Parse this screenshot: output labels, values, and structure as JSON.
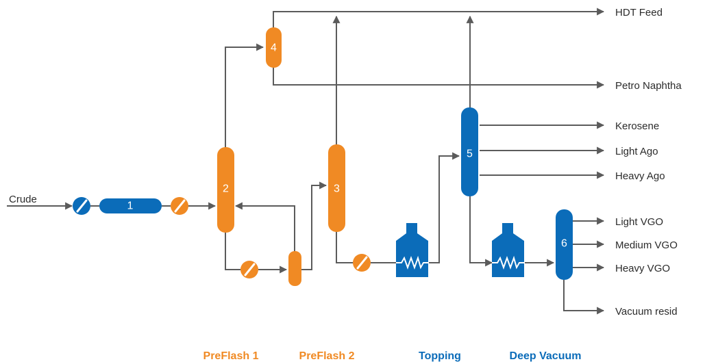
{
  "colors": {
    "orange": "#f08a24",
    "blue": "#0b6cb9",
    "line": "#5b5b5b",
    "text": "#2b2b2b"
  },
  "input": {
    "label": "Crude"
  },
  "units": {
    "u1": "1",
    "u2": "2",
    "u3": "3",
    "u4": "4",
    "u5": "5",
    "u6": "6"
  },
  "products": {
    "hdt_feed": "HDT Feed",
    "petro_naphtha": "Petro Naphtha",
    "kerosene": "Kerosene",
    "light_ago": "Light Ago",
    "heavy_ago": "Heavy Ago",
    "light_vgo": "Light VGO",
    "medium_vgo": "Medium VGO",
    "heavy_vgo": "Heavy VGO",
    "vacuum_resid": "Vacuum resid"
  },
  "sections": {
    "preflash1": "PreFlash 1",
    "preflash2": "PreFlash 2",
    "topping": "Topping",
    "deep_vacuum": "Deep Vacuum"
  },
  "icons": {
    "pump": "pump-icon",
    "furnace": "furnace-icon"
  }
}
